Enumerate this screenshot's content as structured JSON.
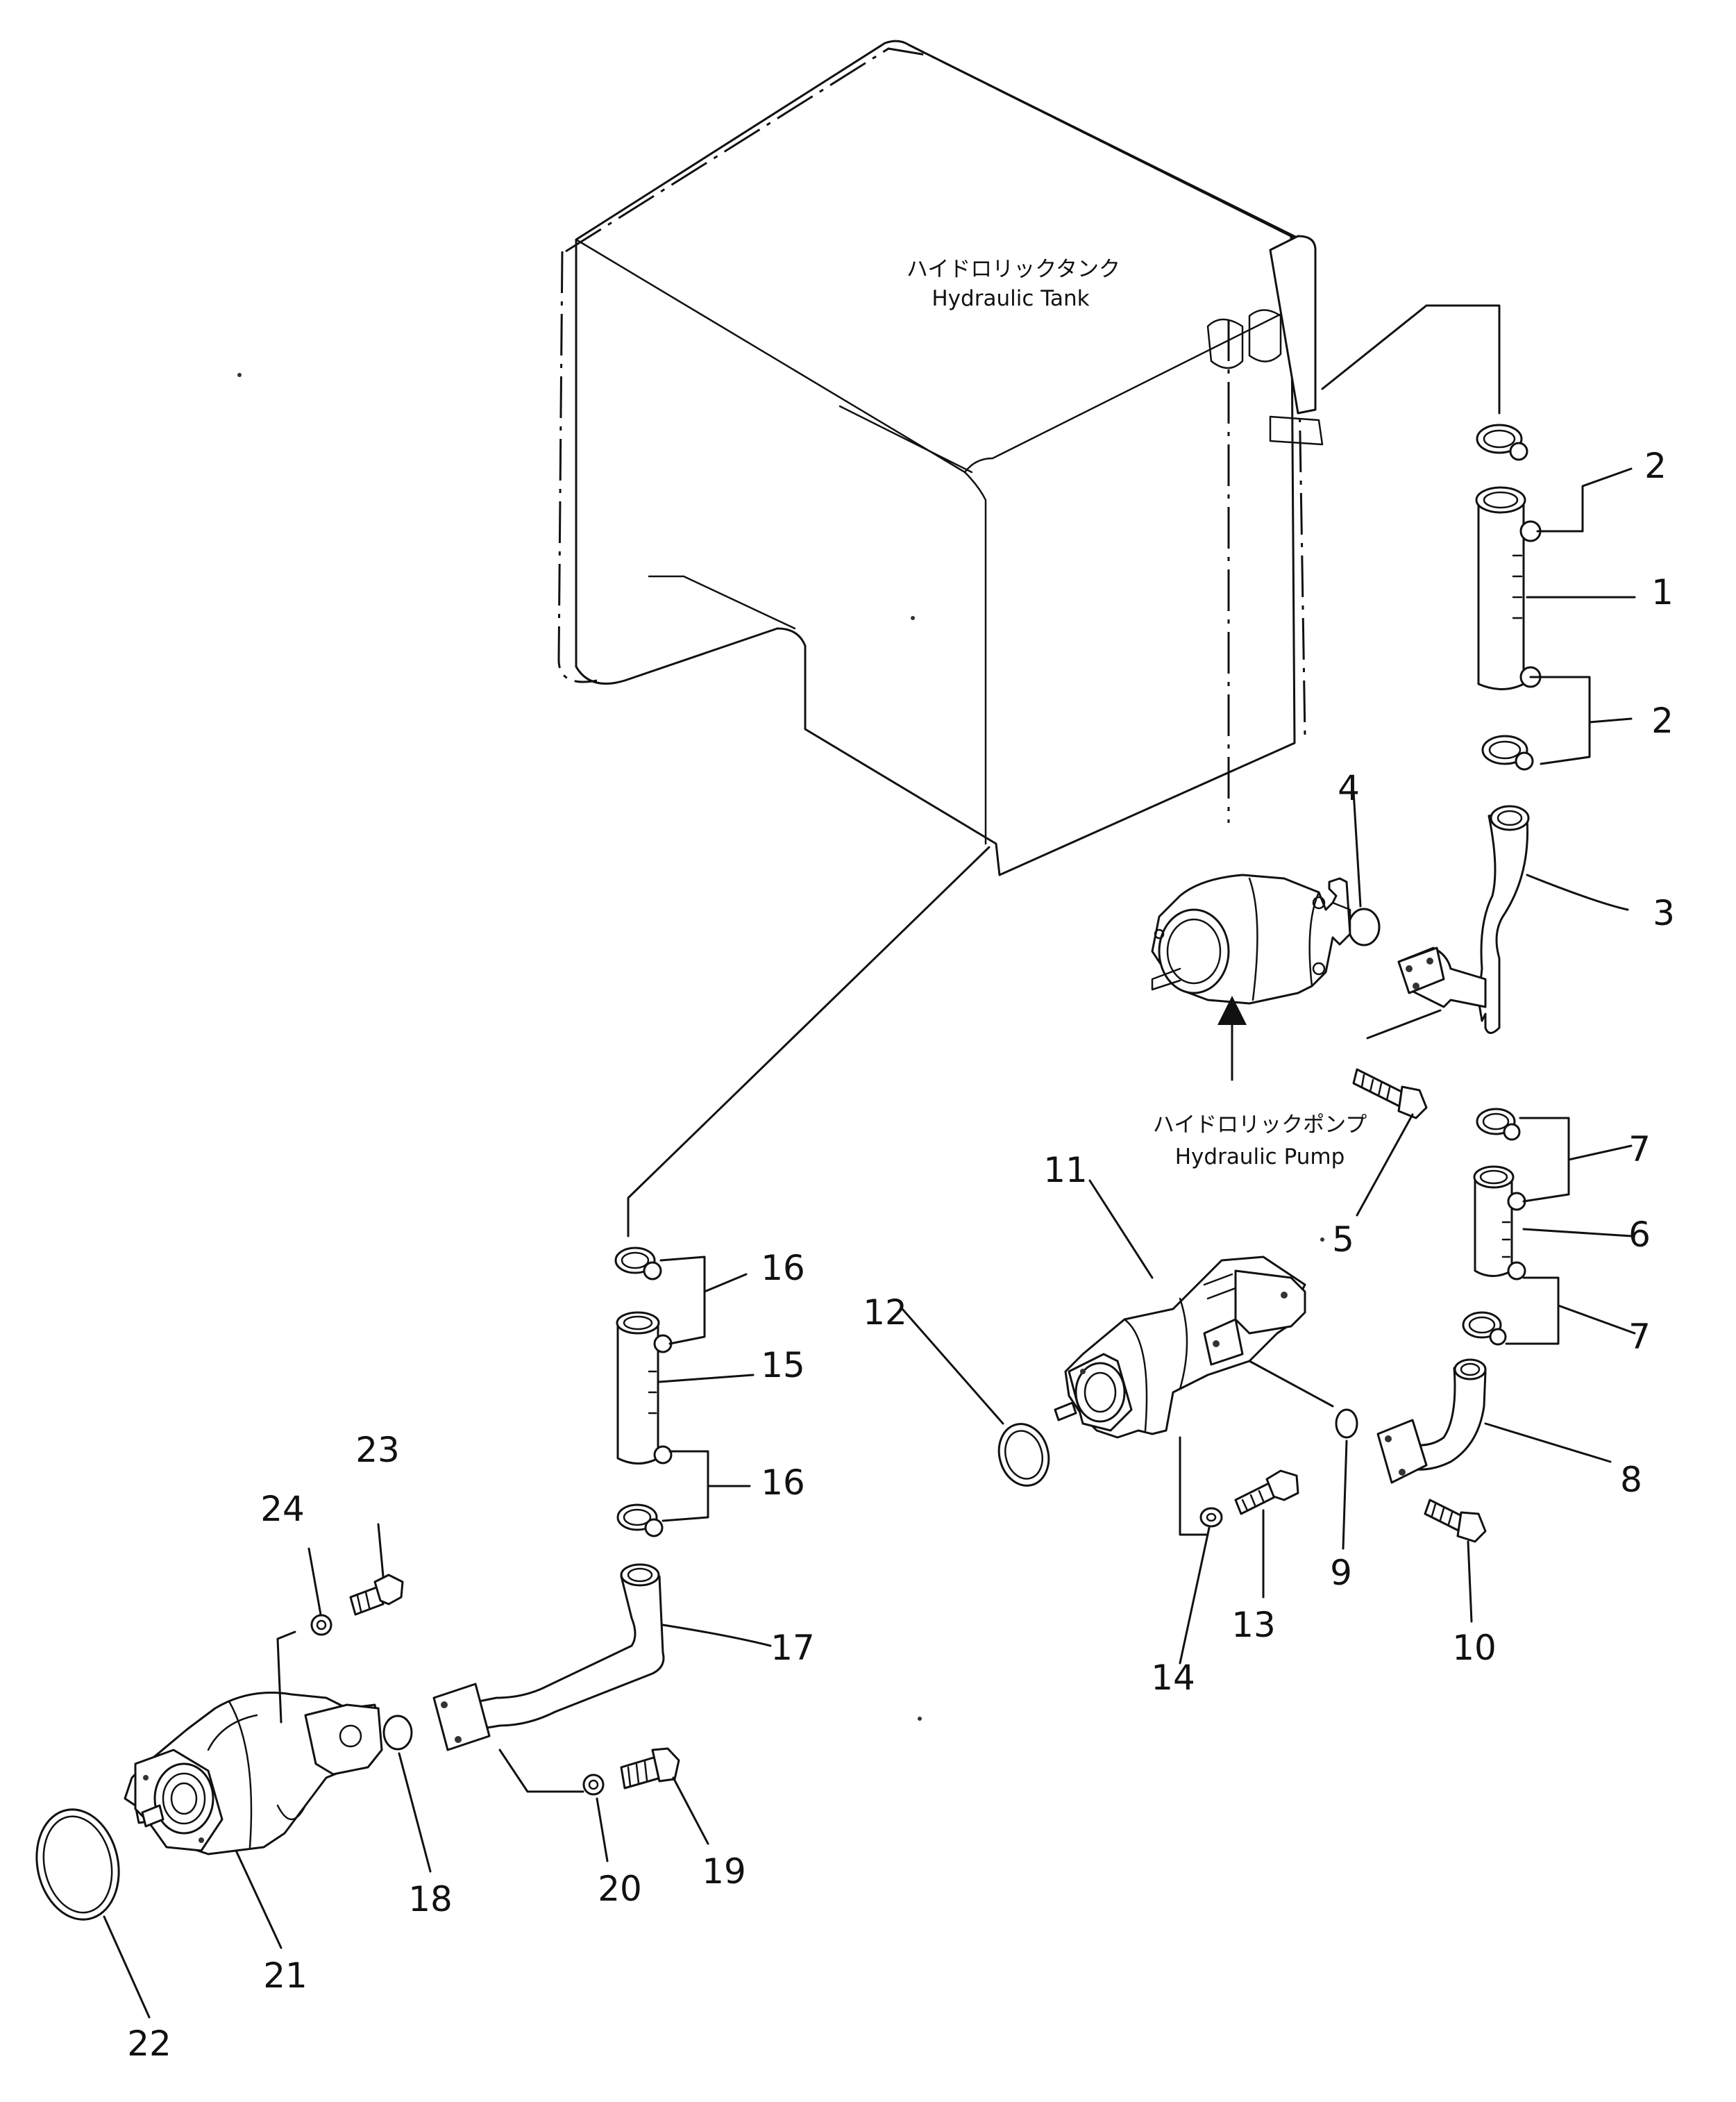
{
  "labels": {
    "tank_jp": "ハイドロリックタンク",
    "tank_en": "Hydraulic Tank",
    "pump_jp": "ハイドロリックポンプ",
    "pump_en": "Hydraulic Pump"
  },
  "callouts": [
    "1",
    "2",
    "2",
    "3",
    "4",
    "5",
    "6",
    "7",
    "7",
    "8",
    "9",
    "10",
    "11",
    "12",
    "13",
    "14",
    "15",
    "16",
    "16",
    "17",
    "18",
    "19",
    "20",
    "21",
    "22",
    "23",
    "24"
  ]
}
